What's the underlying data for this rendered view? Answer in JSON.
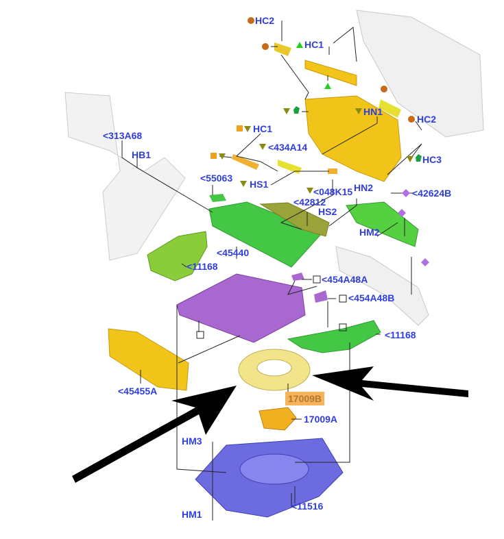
{
  "labels": {
    "hc2_top": "HC2",
    "hc1_top": "HC1",
    "hn1": "HN1",
    "hc2_right": "HC2",
    "hc3": "HC3",
    "p313a68": "<313A68",
    "hb1": "HB1",
    "hc1_mid": "HC1",
    "p434a14": "<434A14",
    "p55063": "<55063",
    "hs1": "HS1",
    "p048k15": "<048K15",
    "hn2": "HN2",
    "p42624b": "<42624B",
    "p42812": "<42812",
    "hs2": "HS2",
    "hm2": "HM2",
    "p45440": "<45440",
    "p11168_left": "<11168",
    "p454a48a": "<454A48A",
    "p454a48b": "<454A48B",
    "p11168_right": "<11168",
    "p45455a": "<45455A",
    "p17009b": "17009B",
    "p17009a": "17009A",
    "hm3": "HM3",
    "p11516": "<11516",
    "hm1": "HM1"
  },
  "colors": {
    "label": "#2f3de0",
    "highlight": "#f6b35a",
    "arrow": "#000000"
  }
}
